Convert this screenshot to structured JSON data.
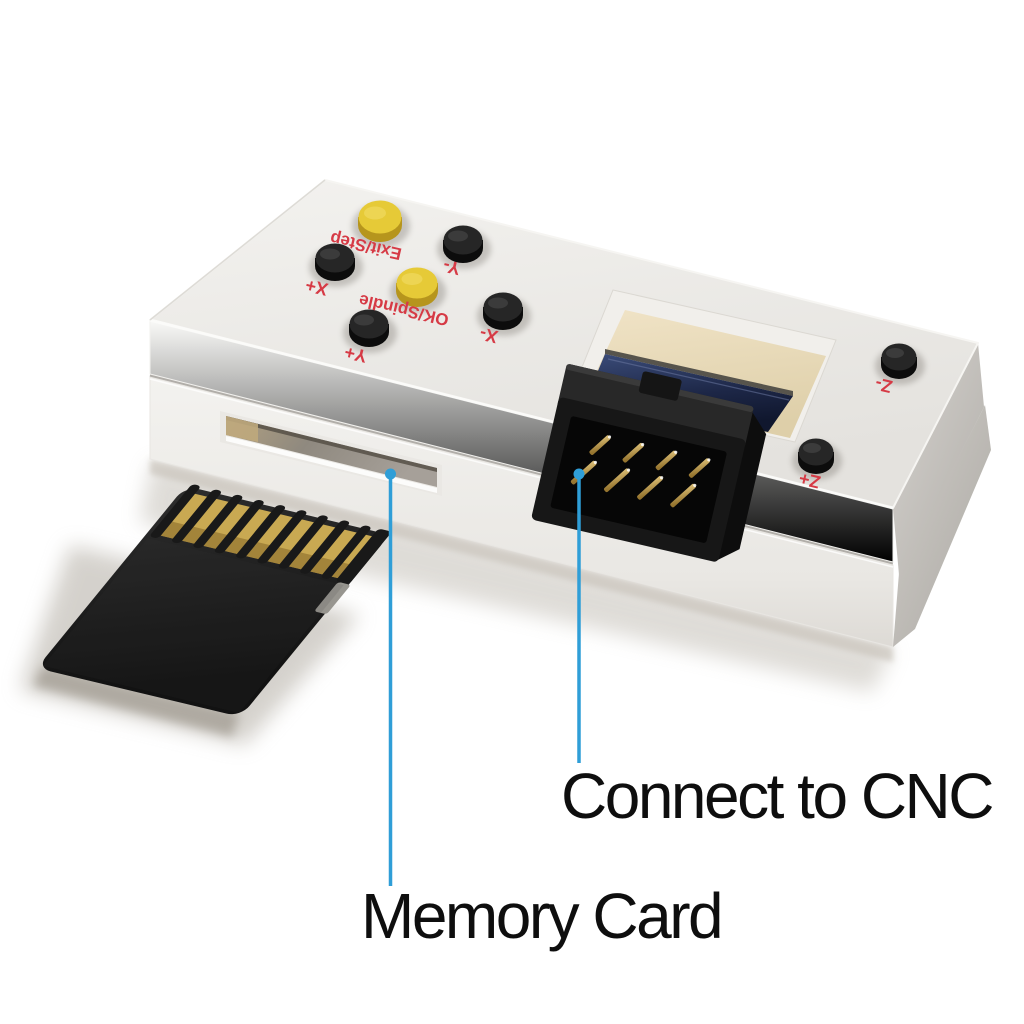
{
  "scene": {
    "type": "product-photo",
    "subject": "White CNC offline controller pendant shown upside down with SD memory card, IDC cable connector and callout annotations",
    "background_color": "#ffffff"
  },
  "controller": {
    "body_color": "#ece9e6",
    "label_print_color": "#d63a45",
    "lcd": {
      "glass_color": "#1e2847",
      "pcb_color": "#e8d9b8"
    },
    "connector": {
      "kind": "idc-box-header",
      "body_color": "#161616",
      "pin_color": "#c9a952",
      "visible_pins": 8
    },
    "buttons": [
      {
        "id": "exit-step",
        "label": "Exit/Step",
        "cap_color": "#e6ca37"
      },
      {
        "id": "y-minus",
        "label": "Y-",
        "cap_color": "#262626"
      },
      {
        "id": "x-plus",
        "label": "X+",
        "cap_color": "#262626"
      },
      {
        "id": "ok-spindle",
        "label": "OK/Spindle",
        "cap_color": "#e6ca37"
      },
      {
        "id": "y-plus",
        "label": "Y+",
        "cap_color": "#262626"
      },
      {
        "id": "x-minus",
        "label": "X-",
        "cap_color": "#262626"
      },
      {
        "id": "z-minus",
        "label": "Z-",
        "cap_color": "#262626"
      },
      {
        "id": "z-plus",
        "label": "Z+",
        "cap_color": "#262626"
      }
    ]
  },
  "memory_card": {
    "body_color": "#1d1d1d",
    "contact_color": "#c9a952",
    "contact_count": 8
  },
  "callouts": {
    "color": "#2f9ed7",
    "text_color": "#0e0e0e",
    "items": [
      {
        "id": "memory-card",
        "label": "Memory Card",
        "target": "sd-card-slot"
      },
      {
        "id": "connect-to-cnc",
        "label": "Connect to CNC",
        "target": "idc-connector"
      }
    ]
  }
}
